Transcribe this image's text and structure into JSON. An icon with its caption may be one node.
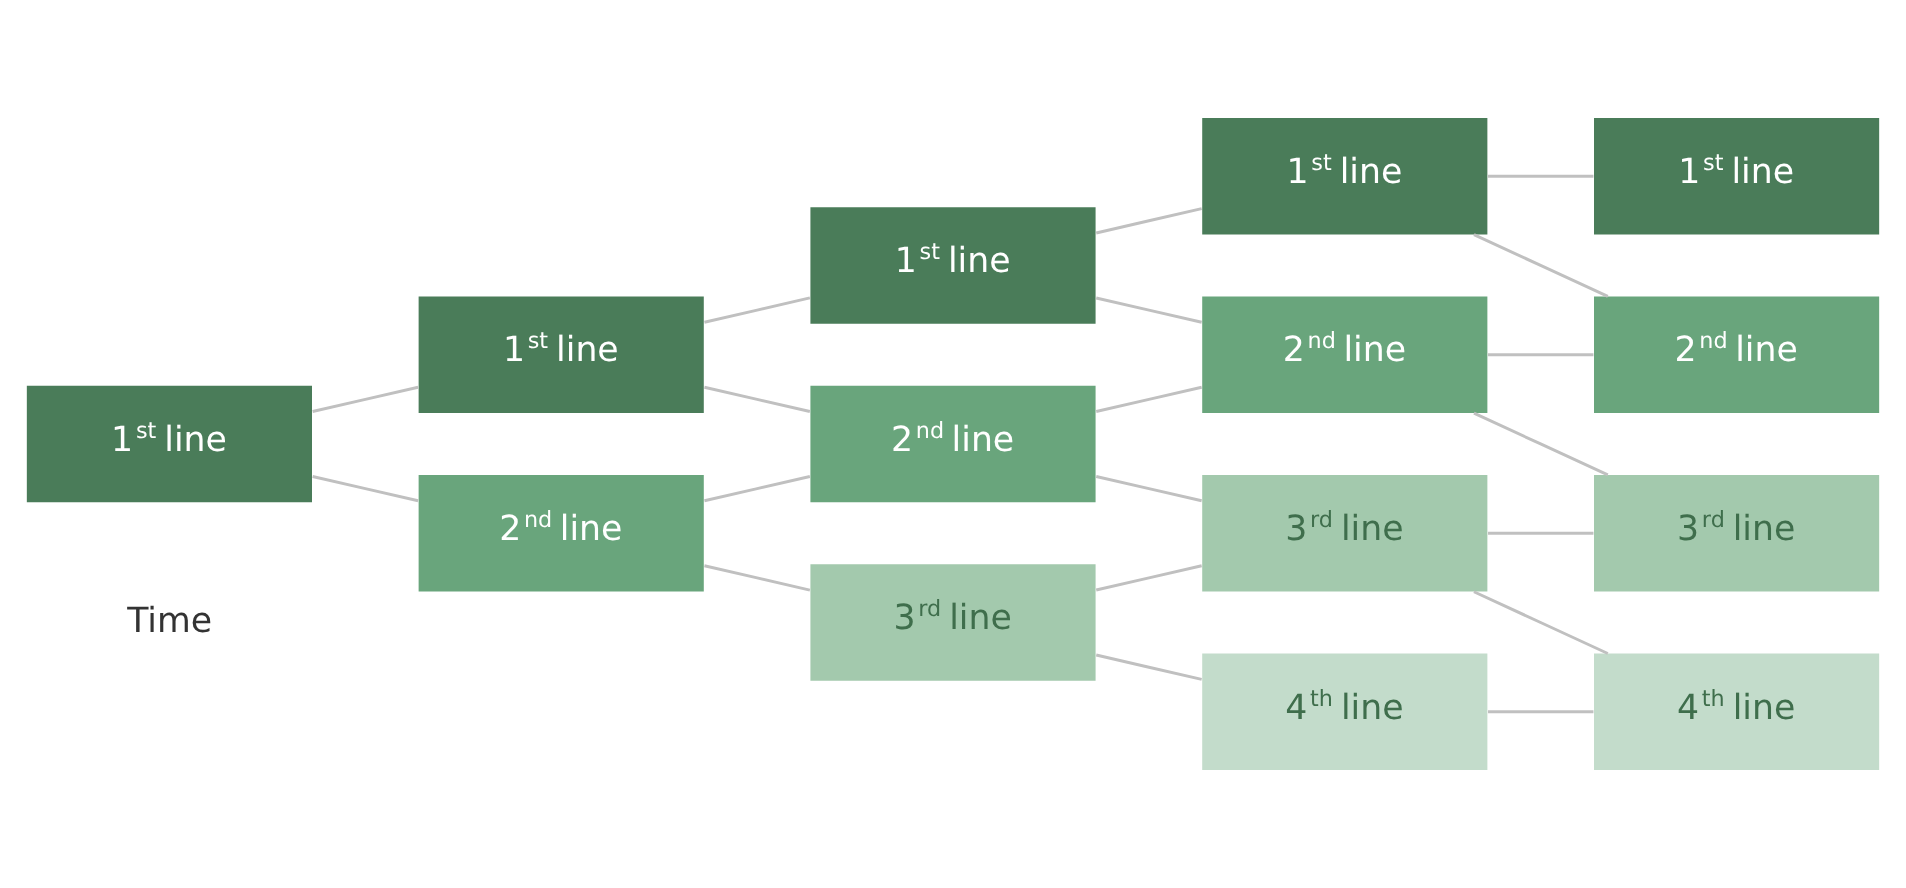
{
  "diagram": {
    "nodes": [
      {
        "text": [
          "1$^{st}$ line"
        ]
      },
      {
        "text": [
          "1$^{st}$ line"
        ]
      },
      {
        "text": [
          "2$^{nd}$ line"
        ]
      },
      {
        "text": [
          "1$^{st}$ line"
        ]
      },
      {
        "text": [
          "2$^{nd}$ line"
        ]
      },
      {
        "text": [
          "3$^{rd}$ line"
        ]
      },
      {
        "text": [
          "1$^{st}$ line"
        ]
      },
      {
        "text": [
          "2$^{nd}$ line"
        ]
      },
      {
        "text": [
          "3$^{rd}$ line"
        ]
      },
      {
        "text": [
          "4$^{th}$ line"
        ]
      },
      {
        "text": [
          "1$^{st}$ line"
        ]
      },
      {
        "text": [
          "2$^{nd}$ line"
        ]
      },
      {
        "text": [
          "3$^{rd}$ line"
        ]
      },
      {
        "text": [
          "4$^{th}$ line"
        ]
      }
    ],
    "edges": [
      {
        "from": 0,
        "to": 1,
        "arrow": "none"
      },
      {
        "from": 0,
        "to": 2,
        "arrow": "none"
      },
      {
        "from": 1,
        "to": 3,
        "arrow": "none"
      },
      {
        "from": 1,
        "to": 4,
        "arrow": "none"
      },
      {
        "from": 2,
        "to": 4,
        "arrow": "none"
      },
      {
        "from": 2,
        "to": 5,
        "arrow": "none"
      },
      {
        "from": 3,
        "to": 6,
        "arrow": "none"
      },
      {
        "from": 3,
        "to": 7,
        "arrow": "none"
      },
      {
        "from": 4,
        "to": 7,
        "arrow": "none"
      },
      {
        "from": 4,
        "to": 8,
        "arrow": "none"
      },
      {
        "from": 5,
        "to": 8,
        "arrow": "none"
      },
      {
        "from": 5,
        "to": 9,
        "arrow": "none"
      },
      {
        "from": 6,
        "to": 10,
        "arrow": "none"
      },
      {
        "from": 6,
        "to": 11,
        "arrow": "none"
      },
      {
        "from": 7,
        "to": 11,
        "arrow": "none"
      },
      {
        "from": 7,
        "to": 12,
        "arrow": "none"
      },
      {
        "from": 8,
        "to": 12,
        "arrow": "none"
      },
      {
        "from": 8,
        "to": 13,
        "arrow": "none"
      },
      {
        "from": 9,
        "to": 13,
        "arrow": "none"
      }
    ],
    "labels": [
      "Time"
    ]
  }
}
